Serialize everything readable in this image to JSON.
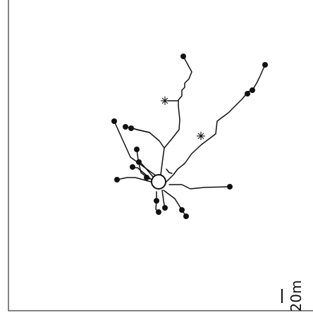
{
  "diagram": {
    "scale_bar": {
      "label": "20m"
    },
    "colors": {
      "line": "#111111",
      "frame": "#333333",
      "background": "#ffffff"
    },
    "glyphs": {
      "endpoint": "filled-circle",
      "central_node": "open-circle",
      "junction_marker": "asterisk"
    }
  }
}
